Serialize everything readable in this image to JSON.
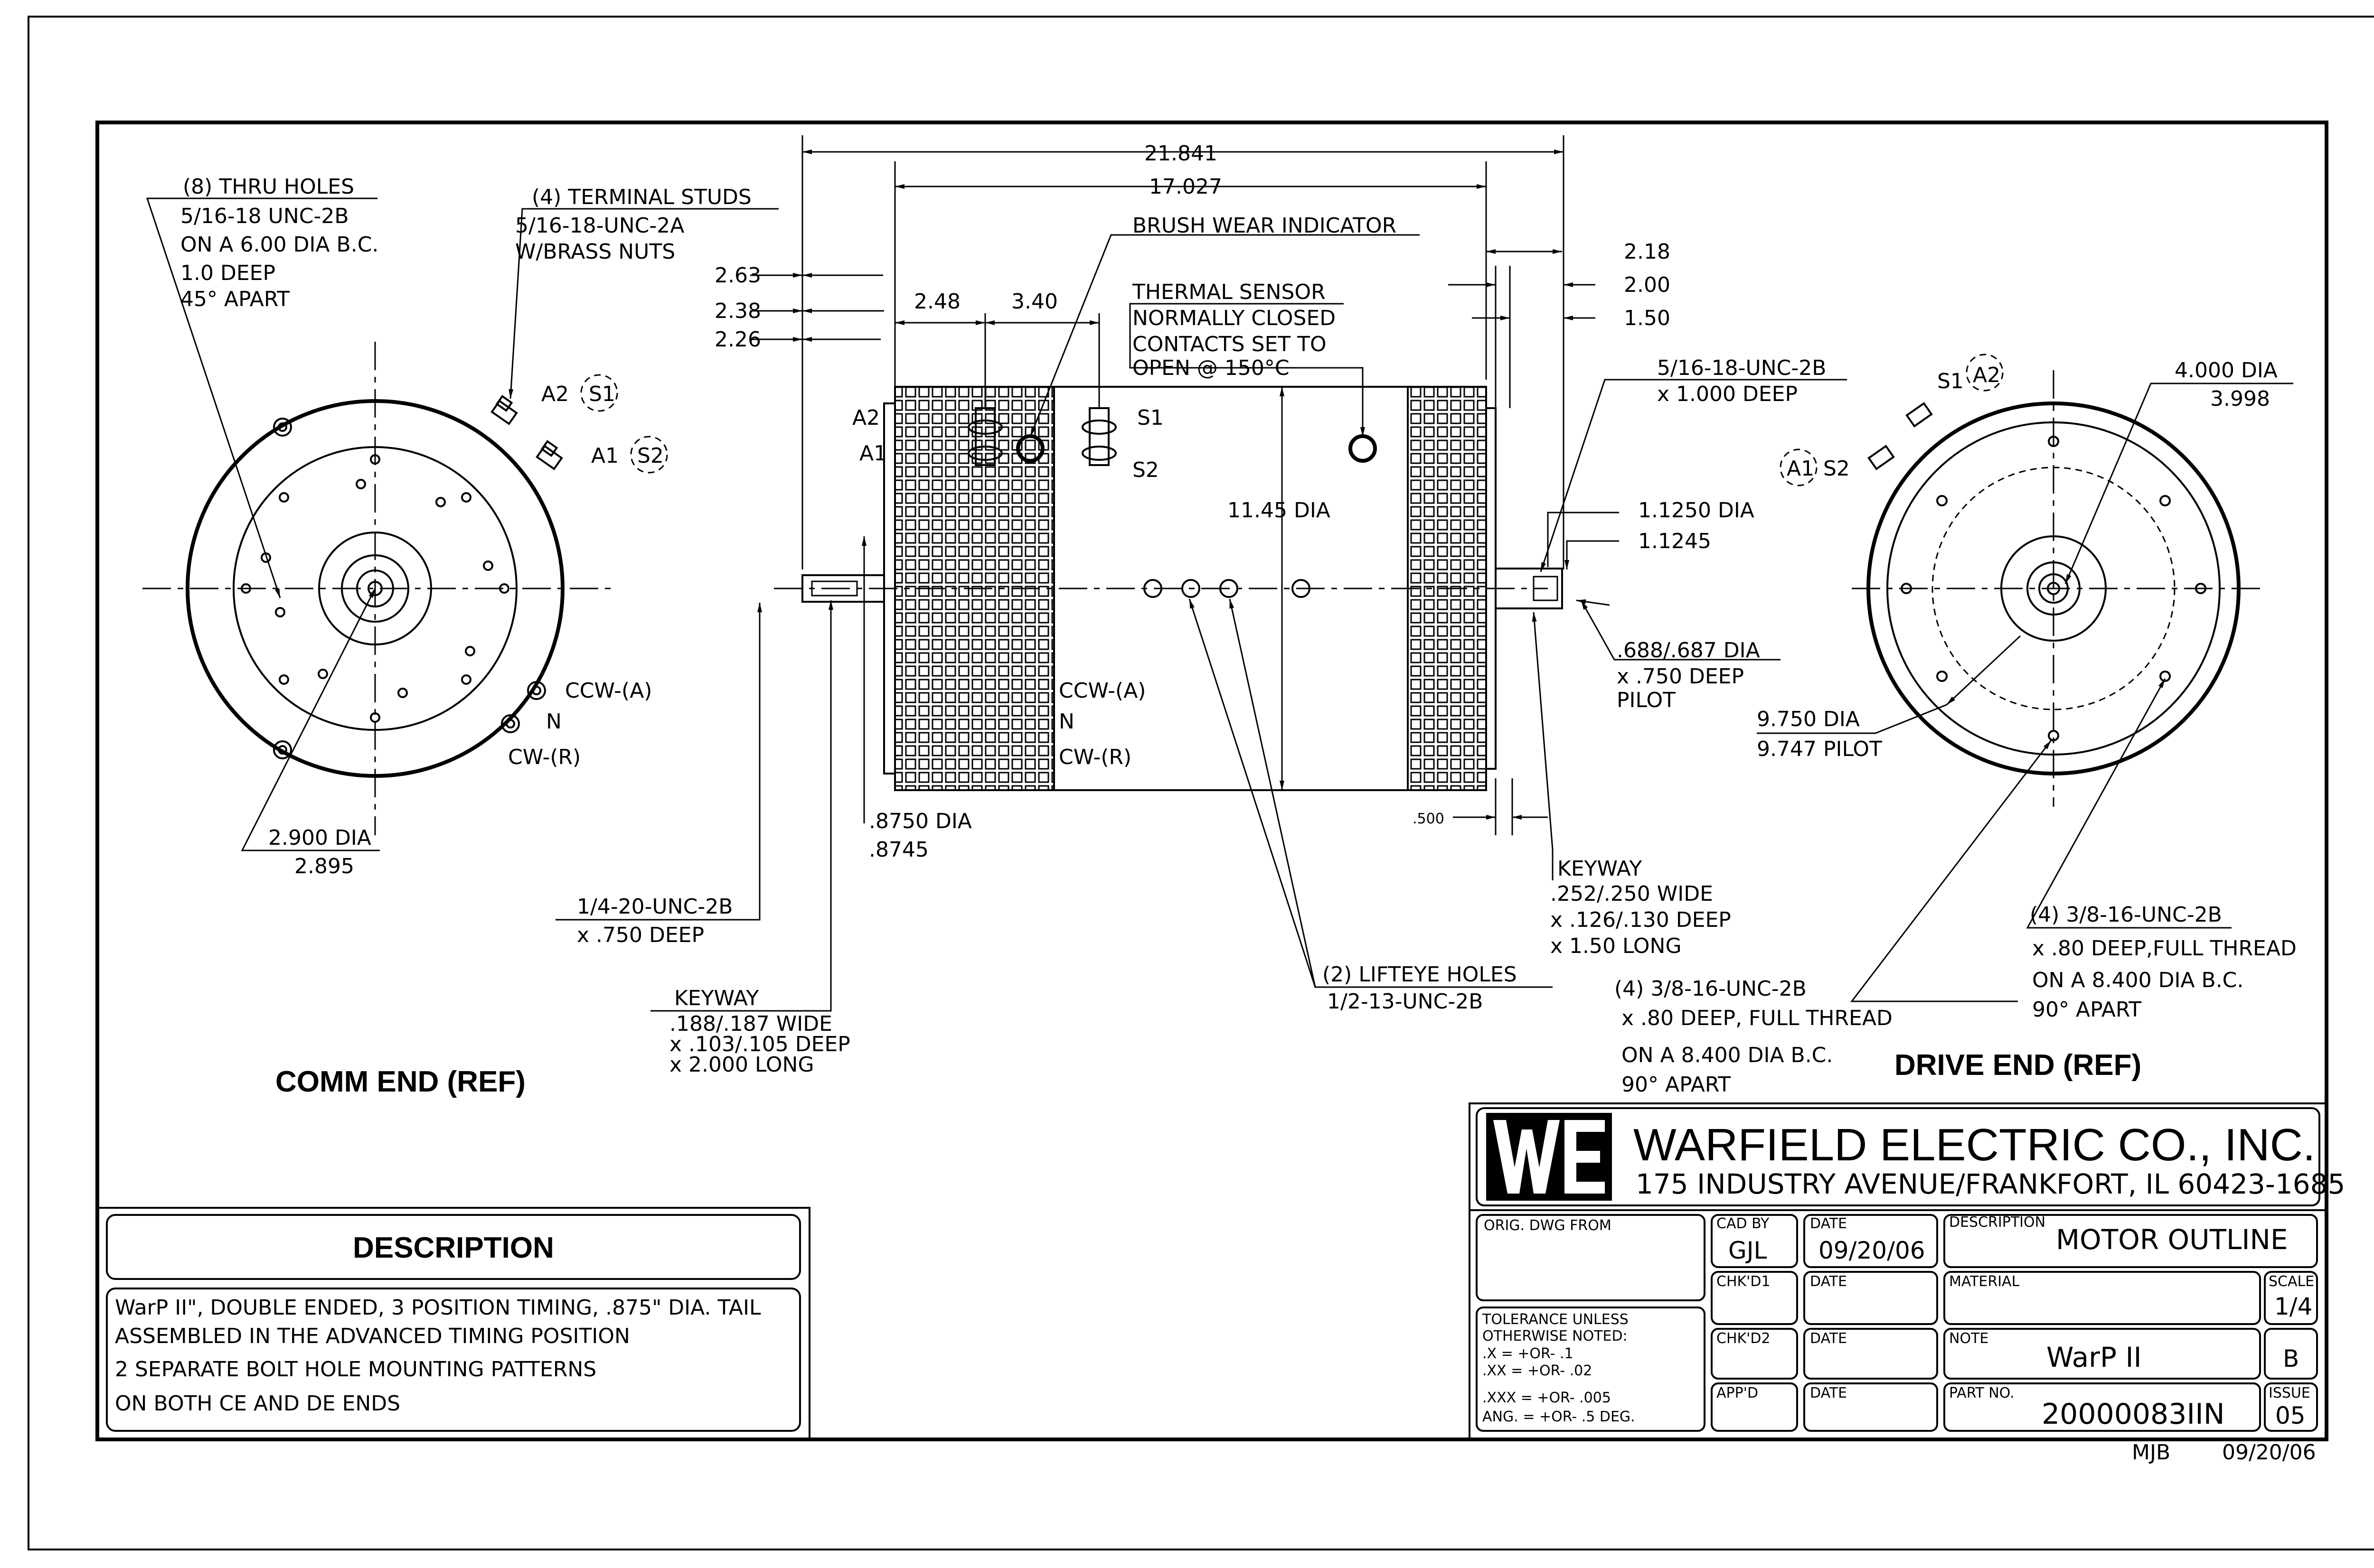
{
  "comm_end": {
    "title": "COMM END (REF)",
    "thru_holes": [
      "(8) THRU HOLES",
      "5/16-18 UNC-2B",
      "ON A 6.00 DIA B.C.",
      "1.0 DEEP",
      "45° APART"
    ],
    "terminal_studs": [
      "(4) TERMINAL STUDS",
      "5/16-18-UNC-2A",
      "W/BRASS NUTS"
    ],
    "a2": "A2",
    "s1": "S1",
    "a1": "A1",
    "s2": "S2",
    "ccw": "CCW-(A)",
    "n": "N",
    "cw": "CW-(R)",
    "shaft_dia": [
      "2.900 DIA",
      "2.895"
    ]
  },
  "side_view": {
    "overall": "21.841",
    "body": "17.027",
    "dim_263": "2.63",
    "dim_238": "2.38",
    "dim_226": "2.26",
    "dim_248": "2.48",
    "dim_340": "3.40",
    "dim_218": "2.18",
    "dim_200": "2.00",
    "dim_150": "1.50",
    "brush_wear": "BRUSH WEAR INDICATOR",
    "thermal": [
      "THERMAL SENSOR",
      "NORMALLY CLOSED",
      "CONTACTS SET TO",
      "OPEN @ 150°C"
    ],
    "dia": "11.45 DIA",
    "a2": "A2",
    "a1": "A1",
    "s1": "S1",
    "s2": "S2",
    "ccw": "CCW-(A)",
    "n": "N",
    "cw": "CW-(R)",
    "tail_dia": [
      ".8750 DIA",
      ".8745"
    ],
    "tap": [
      "1/4-20-UNC-2B",
      "x .750 DEEP"
    ],
    "keyway_ce": [
      "KEYWAY",
      ".188/.187 WIDE",
      "x .103/.105 DEEP",
      "x 2.000 LONG"
    ],
    "lifteye": [
      "(2) LIFTEYE HOLES",
      "1/2-13-UNC-2B"
    ],
    "dim_500": ".500",
    "keyway_de": [
      "KEYWAY",
      ".252/.250 WIDE",
      "x .126/.130 DEEP",
      "x 1.50 LONG"
    ],
    "de_tap": [
      "5/16-18-UNC-2B",
      "x 1.000 DEEP"
    ],
    "de_shaft": [
      "1.1250 DIA",
      "1.1245"
    ],
    "pilot_hole": [
      ".688/.687 DIA",
      "x .750 DEEP",
      "PILOT"
    ]
  },
  "drive_end": {
    "title": "DRIVE END (REF)",
    "s1": "S1",
    "a2": "A2",
    "a1": "A1",
    "s2": "S2",
    "dia_4000": [
      "4.000 DIA",
      "3.998"
    ],
    "pilot": [
      "9.750 DIA",
      "9.747 PILOT"
    ],
    "holes_left": [
      "(4) 3/8-16-UNC-2B",
      "x .80 DEEP, FULL THREAD",
      "ON A 8.400 DIA B.C.",
      "90° APART"
    ],
    "holes_right": [
      "(4) 3/8-16-UNC-2B",
      "x .80 DEEP,FULL THREAD",
      "ON A 8.400 DIA B.C.",
      "90° APART"
    ]
  },
  "description": {
    "header": "DESCRIPTION",
    "lines": [
      "WarP II\", DOUBLE ENDED, 3 POSITION TIMING, .875\" DIA. TAIL",
      "ASSEMBLED IN THE ADVANCED TIMING POSITION",
      "2 SEPARATE BOLT HOLE MOUNTING PATTERNS",
      "ON BOTH CE AND DE ENDS"
    ]
  },
  "title_block": {
    "logo": "WE",
    "company": "WARFIELD ELECTRIC CO., INC.",
    "address": "175 INDUSTRY AVENUE/FRANKFORT, IL 60423-1685",
    "orig_dwg_label": "ORIG. DWG FROM",
    "tolerance": [
      "TOLERANCE UNLESS",
      "OTHERWISE NOTED:",
      ".X    = +OR- .1",
      ".XX   = +OR- .02",
      ".XXX  = +OR- .005",
      "ANG. = +OR- .5 DEG."
    ],
    "cad_by_label": "CAD BY",
    "cad_by": "GJL",
    "date_label": "DATE",
    "date": "09/20/06",
    "chk1_label": "CHK'D1",
    "chk2_label": "CHK'D2",
    "appd_label": "APP'D",
    "desc_label": "DESCRIPTION",
    "desc": "MOTOR OUTLINE",
    "material_label": "MATERIAL",
    "scale_label": "SCALE",
    "scale": "1/4",
    "note_label": "NOTE",
    "note": "WarP II",
    "rev": "B",
    "part_label": "PART NO.",
    "part": "20000083IIN",
    "issue_label": "ISSUE",
    "issue": "05"
  },
  "footer": {
    "initials": "MJB",
    "date": "09/20/06"
  }
}
